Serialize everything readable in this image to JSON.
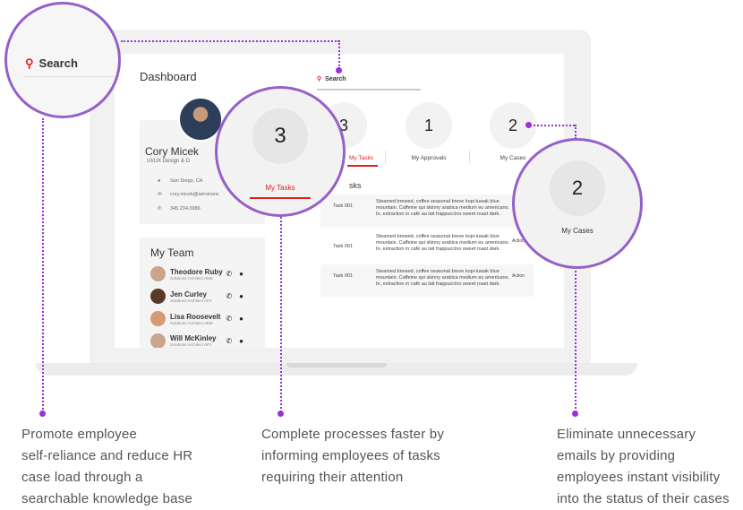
{
  "dashboard": {
    "title": "Dashboard",
    "search": {
      "icon": "search-icon",
      "label": "Search"
    },
    "profile": {
      "name": "Cory Micek",
      "role": "UI/UX Design & D",
      "location": "San Diego, CA",
      "email": "cory.micek@servicenc",
      "phone": "345.234.0986"
    },
    "stats": [
      {
        "value": "3",
        "label": "My Tasks"
      },
      {
        "value": "1",
        "label": "My Approvals"
      },
      {
        "value": "2",
        "label": "My Cases"
      }
    ],
    "tasks_heading": "sks",
    "tasks": [
      {
        "id": "Task 001",
        "desc": "Steamed brewed, coffee seasonal breve kopi-luwak blue mountain. Caffeine qui skinny arabica medium eu americano. In, extraction in café au lait frappuccino sweet roast dark.",
        "action": ""
      },
      {
        "id": "Task 001",
        "desc": "Steamed brewed, coffee seasonal breve kopi-luwak blue mountain. Caffeine qui skinny arabica medium eu americano. In, extraction in café au lait frappuccino sweet roast dark.",
        "action": "Action"
      },
      {
        "id": "Task 001",
        "desc": "Steamed brewed, coffee seasonal breve kopi-luwak blue mountain. Caffeine qui skinny arabica medium eu americano. In, extraction in café au lait frappuccino sweet roast dark.",
        "action": "Action"
      }
    ],
    "team": {
      "title": "My Team",
      "members": [
        {
          "name": "Theodore Ruby",
          "role": "Solutions Architect AMS"
        },
        {
          "name": "Jen Curley",
          "role": "Solutions Architect APJ"
        },
        {
          "name": "Lisa Roosevelt",
          "role": "Solutions Architect AMS"
        },
        {
          "name": "Will McKinley",
          "role": "Solutions Architect APJ"
        }
      ]
    }
  },
  "callouts": {
    "search": {
      "label": "Search"
    },
    "tasks": {
      "value": "3",
      "label": "My Tasks"
    },
    "cases": {
      "value": "2",
      "label": "My Cases"
    }
  },
  "captions": [
    "Promote employee\nself-reliance and reduce HR\ncase load through a\nsearchable knowledge base",
    "Complete processes faster by\ninforming employees of tasks\nrequiring their attention",
    "Eliminate unnecessary\nemails by providing\nemployees instant visibility\ninto the status of their cases"
  ],
  "colors": {
    "accent": "#e0201c",
    "callout": "#9461c9",
    "dots": "#9b2fd8"
  }
}
